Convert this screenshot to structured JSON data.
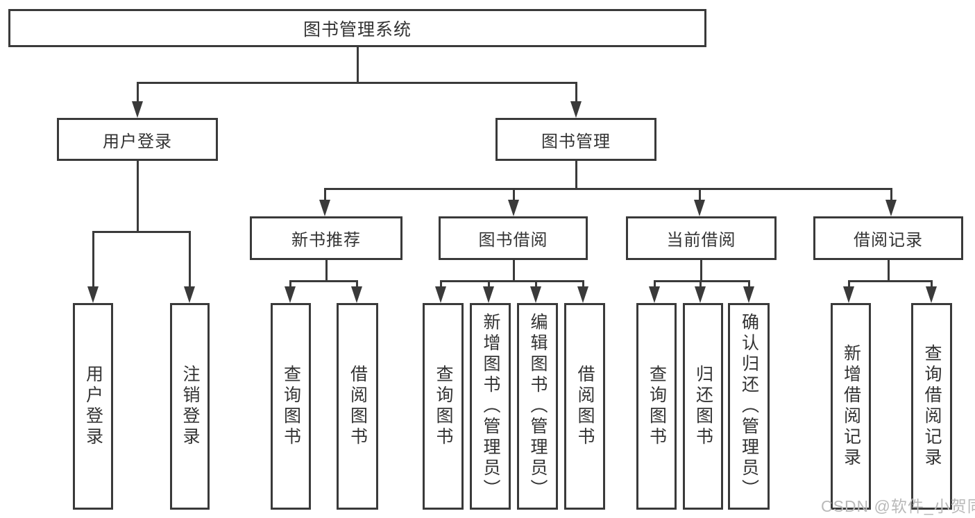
{
  "diagram": {
    "title": "图书管理系统",
    "nodes": {
      "root": "图书管理系统",
      "userLogin": "用户登录",
      "bookMgmt": "图书管理",
      "login": "用户登录",
      "logout": "注销登录",
      "newBookRec": "新书推荐",
      "bookBorrow": "图书借阅",
      "currentBorrow": "当前借阅",
      "borrowRecords": "借阅记录",
      "queryBooks1": "查询图书",
      "borrowBooks1": "借阅图书",
      "queryBooks2": "查询图书",
      "addBooks": "新增图书（管理员）",
      "editBooks": "编辑图书（管理员）",
      "borrowBooks2": "借阅图书",
      "queryBooks3": "查询图书",
      "returnBooks": "归还图书",
      "confirmReturn": "确认归还（管理员）",
      "addBorrowRecord": "新增借阅记录",
      "queryBorrowRecord": "查询借阅记录"
    }
  },
  "watermark": "CSDN @软件_小贺同学",
  "colors": {
    "line": "#3a3a3a",
    "box_border": "#3a3a3a",
    "text": "#333333",
    "watermark": "#b9b9b9",
    "background": "#ffffff"
  }
}
